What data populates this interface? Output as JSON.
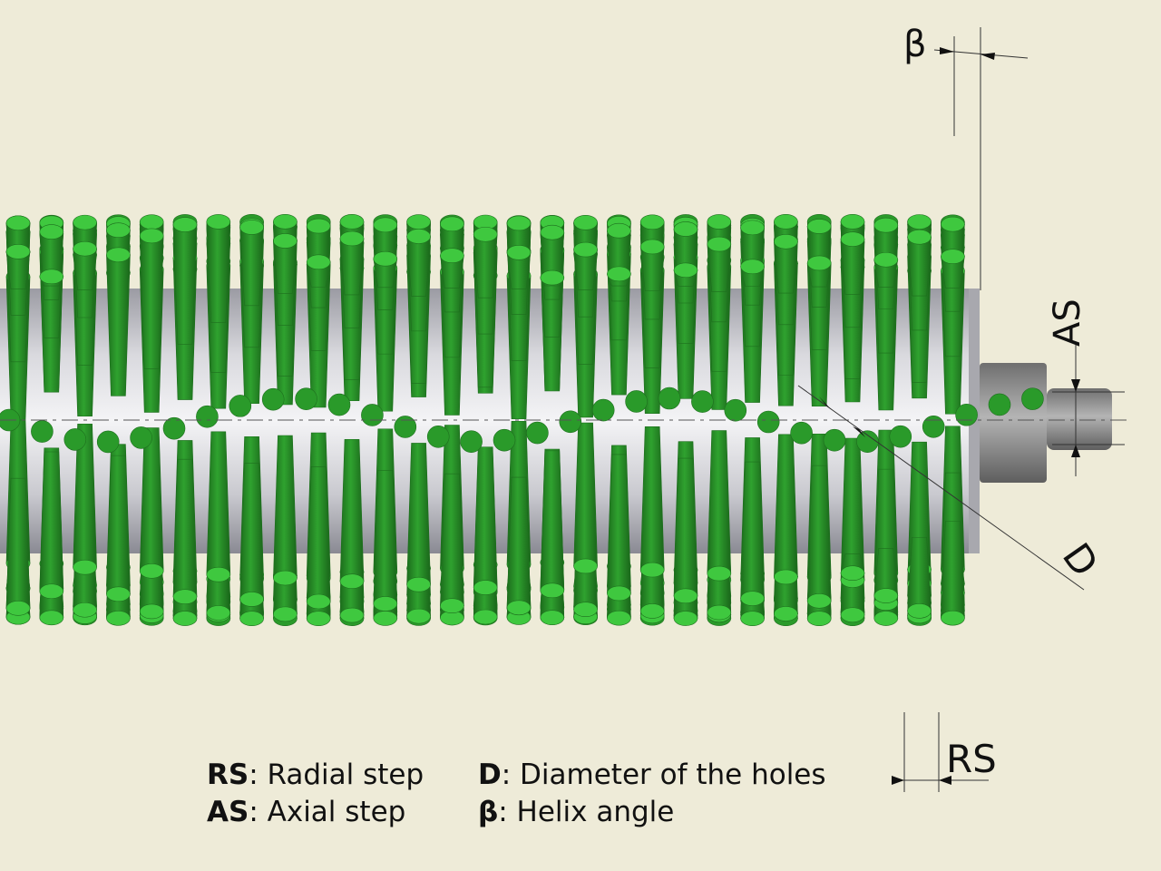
{
  "colors": {
    "background": "#eeebd8",
    "pin_body": "#2a9a2a",
    "pin_dark": "#1f7a1f",
    "pin_top": "#3fc83f",
    "pin_shadow": "#1e6f1e",
    "cylinder": "#c8c8cc",
    "shaft": "#8c8c8c"
  },
  "dimensions": {
    "beta_symbol": "β",
    "as_label": "AS",
    "d_label": "D",
    "rs_label": "RS"
  },
  "legend": {
    "items": [
      {
        "key": "RS",
        "sep": ": ",
        "desc": "Radial step"
      },
      {
        "key": "AS",
        "sep": ": ",
        "desc": "Axial step"
      },
      {
        "key": "D",
        "sep": ": ",
        "desc": "Diameter of the holes"
      },
      {
        "key": "β",
        "sep": ": ",
        "desc": "Helix angle"
      }
    ]
  }
}
